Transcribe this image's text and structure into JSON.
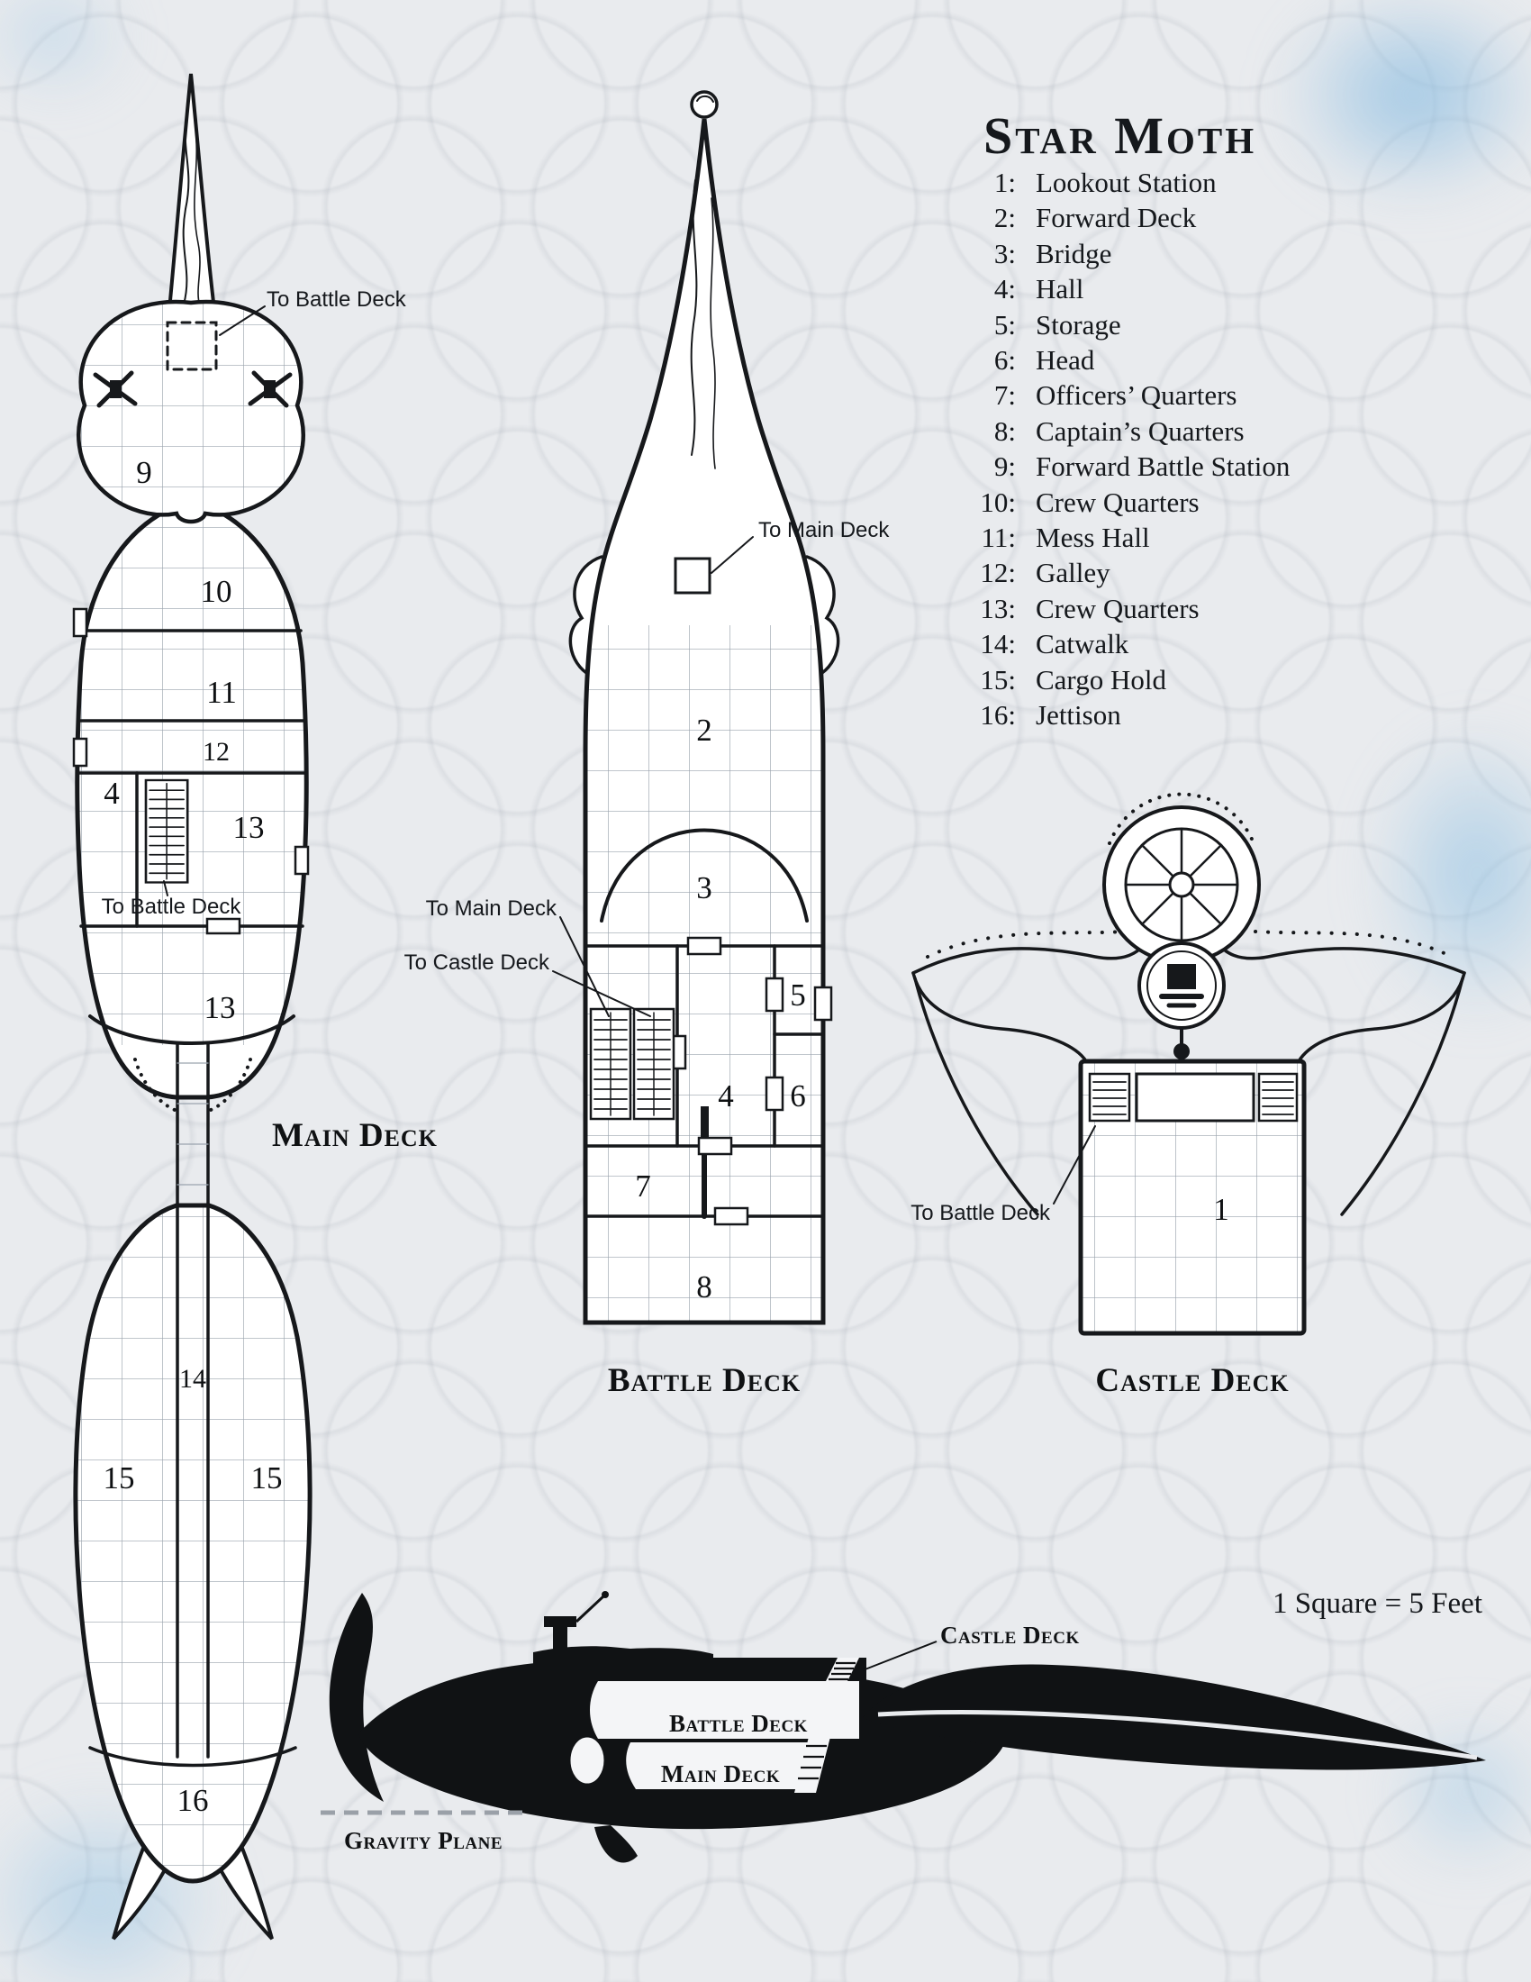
{
  "title": "Star Moth",
  "scale_note": "1 Square = 5 Feet",
  "legend": {
    "items": [
      {
        "num": "1:",
        "label": "Lookout Station"
      },
      {
        "num": "2:",
        "label": "Forward Deck"
      },
      {
        "num": "3:",
        "label": "Bridge"
      },
      {
        "num": "4:",
        "label": "Hall"
      },
      {
        "num": "5:",
        "label": "Storage"
      },
      {
        "num": "6:",
        "label": "Head"
      },
      {
        "num": "7:",
        "label": "Officers’ Quarters"
      },
      {
        "num": "8:",
        "label": "Captain’s Quarters"
      },
      {
        "num": "9:",
        "label": "Forward Battle Station"
      },
      {
        "num": "10:",
        "label": "Crew Quarters"
      },
      {
        "num": "11:",
        "label": "Mess Hall"
      },
      {
        "num": "12:",
        "label": "Galley"
      },
      {
        "num": "13:",
        "label": "Crew Quarters"
      },
      {
        "num": "14:",
        "label": "Catwalk"
      },
      {
        "num": "15:",
        "label": "Cargo Hold"
      },
      {
        "num": "16:",
        "label": "Jettison"
      }
    ]
  },
  "decks": {
    "main": {
      "title": "Main Deck",
      "to_battle_deck_top": "To Battle Deck",
      "to_battle_deck_mid": "To Battle Deck",
      "rooms": [
        "9",
        "10",
        "11",
        "12",
        "4",
        "13",
        "13",
        "14",
        "15",
        "15",
        "16"
      ]
    },
    "battle": {
      "title": "Battle Deck",
      "to_main_deck_top": "To Main Deck",
      "to_main_deck_side": "To Main Deck",
      "to_castle_deck": "To Castle Deck",
      "rooms": [
        "2",
        "3",
        "5",
        "4",
        "6",
        "7",
        "8"
      ]
    },
    "castle": {
      "title": "Castle Deck",
      "to_battle_deck": "To Battle Deck",
      "rooms": [
        "1"
      ]
    }
  },
  "profile": {
    "castle_deck": "Castle Deck",
    "battle_deck": "Battle Deck",
    "main_deck": "Main Deck",
    "gravity_plane": "Gravity Plane"
  }
}
